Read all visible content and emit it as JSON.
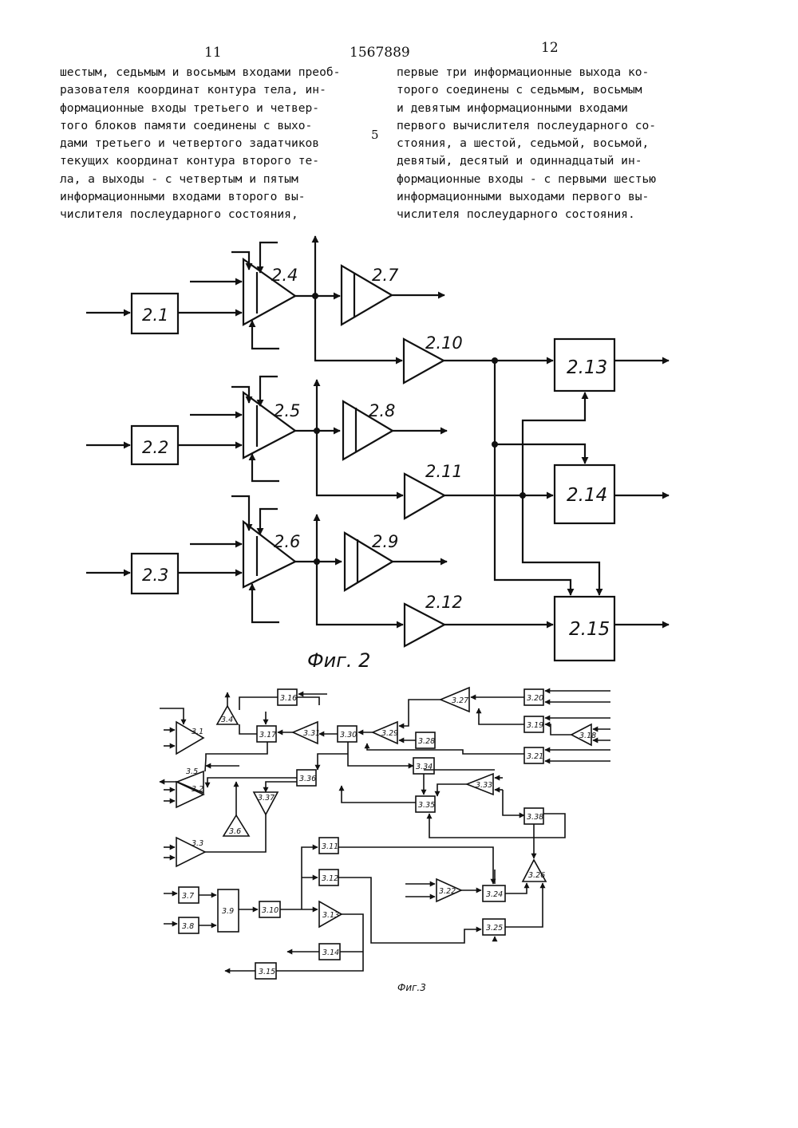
{
  "page": {
    "left_page_number": "11",
    "patent_number": "1567889",
    "right_page_number": "12",
    "line_marker": "5"
  },
  "text": {
    "left_column": [
      "шестым, седьмым и восьмым входами преоб-",
      "разователя координат контура тела, ин-",
      "формационные входы третьего и четвер-",
      "того блоков памяти соединены с выхо-",
      "дами третьего и четвертого задатчиков",
      "текущих координат контура второго те-",
      "ла, а выходы - с четвертым и пятым",
      "информационными входами второго вы-",
      "числителя послеударного состояния,"
    ],
    "right_column": [
      "первые три информационные выхода ко-",
      "торого соединены с седьмым, восьмым",
      "и девятым информационными входами",
      "первого вычислителя послеударного со-",
      "стояния, а шестой, седьмой, восьмой,",
      "девятый, десятый и одиннадцатый ин-",
      "формационные входы - с первыми шестью",
      "информационными выходами первого вы-",
      "числителя послеударного состояния."
    ]
  },
  "figure2": {
    "caption": "Фиг. 2",
    "blocks": [
      "2.1",
      "2.2",
      "2.3",
      "2.13",
      "2.14",
      "2.15"
    ],
    "amplifiers": [
      "2.4",
      "2.5",
      "2.6",
      "2.7",
      "2.8",
      "2.9",
      "2.10",
      "2.11",
      "2.12"
    ]
  },
  "figure3": {
    "caption": "Фиг.3",
    "blocks": [
      "3.16",
      "3.17",
      "3.20",
      "3.19",
      "3.21",
      "3.30",
      "3.28",
      "3.34",
      "3.36",
      "3.35",
      "3.38",
      "3.11",
      "3.12",
      "3.24",
      "3.25",
      "3.7",
      "3.8",
      "3.9",
      "3.10",
      "3.14",
      "3.15"
    ],
    "amplifiers": [
      "3.1",
      "3.2",
      "3.3",
      "3.4",
      "3.5",
      "3.6",
      "3.37",
      "3.31",
      "3.29",
      "3.27",
      "3.18",
      "3.33",
      "3.22",
      "3.13",
      "3.26"
    ]
  }
}
